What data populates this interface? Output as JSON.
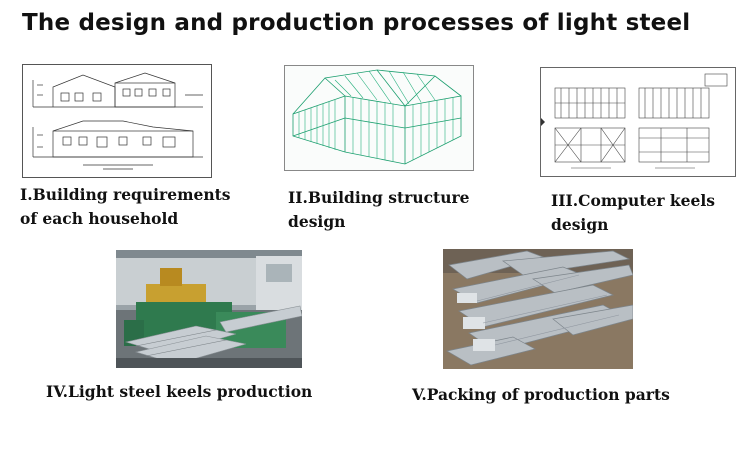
{
  "page": {
    "title": "The design and production processes of light steel"
  },
  "steps": [
    {
      "line1": "I.Building requirements",
      "line2": "of each household",
      "image": "architectural-elevation-drawing"
    },
    {
      "line1": "II.Building structure",
      "line2": "design",
      "image": "3d-steel-frame-model"
    },
    {
      "line1": "III.Computer keels",
      "line2": "design",
      "image": "keel-layout-drawings"
    },
    {
      "line1": "IV.Light steel keels production",
      "line2": "",
      "image": "roll-forming-machine-photo"
    },
    {
      "line1": "V.Packing of production parts",
      "line2": "",
      "image": "stacked-steel-profiles-photo"
    }
  ],
  "colors": {
    "frame_green": "#1b9e6e",
    "machine_green": "#2f7a4e",
    "steel_gray": "#b9bfc4"
  }
}
